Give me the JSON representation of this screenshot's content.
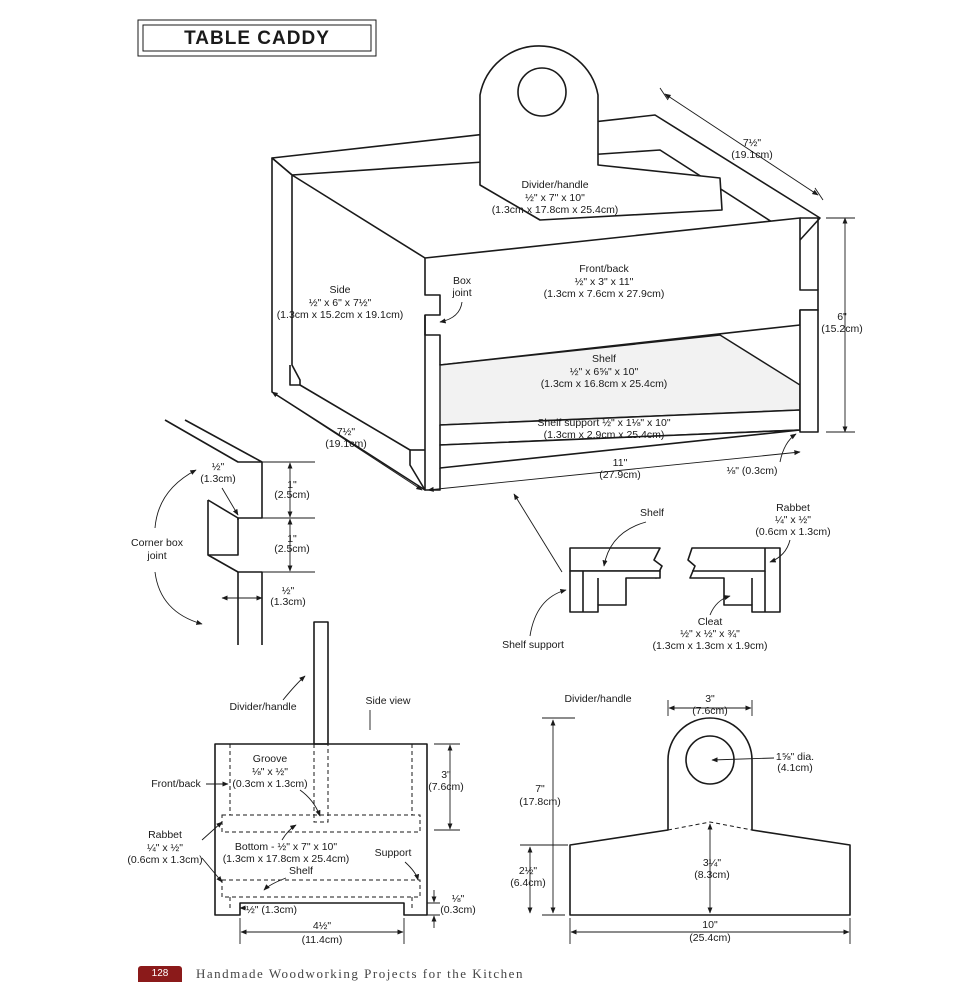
{
  "title": "TABLE CADDY",
  "footer": {
    "page_number": "128",
    "running_title": "Handmade Woodworking Projects for the Kitchen"
  },
  "labels": {
    "divider_handle": {
      "name": "Divider/handle",
      "size_in": "½\" x 7\" x 10\"",
      "size_cm": "(1.3cm x 17.8cm x 25.4cm)"
    },
    "side": {
      "name": "Side",
      "size_in": "½\" x 6\" x 7½\"",
      "size_cm": "(1.3cm x 15.2cm x 19.1cm)"
    },
    "box_joint": {
      "line1": "Box",
      "line2": "joint"
    },
    "front_back": {
      "name": "Front/back",
      "size_in": "½\" x 3\" x 11\"",
      "size_cm": "(1.3cm x 7.6cm x 27.9cm)"
    },
    "shelf": {
      "name": "Shelf",
      "size_in": "½\" x 6⅝\" x 10\"",
      "size_cm": "(1.3cm x 16.8cm x 25.4cm)"
    },
    "shelf_support": {
      "line1": "Shelf support ½\" x 1⅛\" x 10\"",
      "line2": "(1.3cm x 2.9cm x 25.4cm)"
    },
    "dim_depth_top": {
      "in": "7½\"",
      "cm": "(19.1cm)"
    },
    "dim_height": {
      "in": "6\"",
      "cm": "(15.2cm)"
    },
    "dim_depth_left": {
      "in": "7½\"",
      "cm": "(19.1cm)"
    },
    "dim_width": {
      "in": "11\"",
      "cm": "(27.9cm)"
    },
    "dim_gap": {
      "text": "⅛\" (0.3cm)"
    }
  },
  "corner_detail": {
    "label": {
      "line1": "Corner box",
      "line2": "joint"
    },
    "dim_top": {
      "in": "½\"",
      "cm": "(1.3cm)"
    },
    "dim_1a": {
      "in": "1\"",
      "cm": "(2.5cm)"
    },
    "dim_1b": {
      "in": "1\"",
      "cm": "(2.5cm)"
    },
    "dim_bottom": {
      "in": "½\"",
      "cm": "(1.3cm)"
    }
  },
  "shelf_detail": {
    "shelf": "Shelf",
    "rabbet": {
      "name": "Rabbet",
      "size_in": "¼\" x ½\"",
      "size_cm": "(0.6cm x 1.3cm)"
    },
    "shelf_support": "Shelf support",
    "cleat": {
      "name": "Cleat",
      "size_in": "½\" x ½\" x ¾\"",
      "size_cm": "(1.3cm x 1.3cm x 1.9cm)"
    }
  },
  "side_view": {
    "title": "Side view",
    "divider_handle": "Divider/handle",
    "front_back": "Front/back",
    "groove": {
      "name": "Groove",
      "size_in": "⅛\" x ½\"",
      "size_cm": "(0.3cm x 1.3cm)"
    },
    "rabbet": {
      "name": "Rabbet",
      "size_in": "¼\" x ½\"",
      "size_cm": "(0.6cm x 1.3cm)"
    },
    "bottom": {
      "line1": "Bottom - ½\" x 7\" x 10\"",
      "line2": "(1.3cm x 17.8cm x 25.4cm)"
    },
    "support": "Support",
    "shelf": "Shelf",
    "dim_half": "½\" (1.3cm)",
    "dim_3": {
      "in": "3\"",
      "cm": "(7.6cm)"
    },
    "dim_eighth": {
      "in": "⅛\"",
      "cm": "(0.3cm)"
    },
    "dim_width": {
      "in": "4½\"",
      "cm": "(11.4cm)"
    }
  },
  "handle_detail": {
    "title": "Divider/handle",
    "dim_top": {
      "in": "3\"",
      "cm": "(7.6cm)"
    },
    "hole": {
      "in": "1⅝\" dia.",
      "cm": "(4.1cm)"
    },
    "dim_height": {
      "in": "7\"",
      "cm": "(17.8cm)"
    },
    "dim_lower": {
      "in": "2½\"",
      "cm": "(6.4cm)"
    },
    "dim_center": {
      "in": "3¼\"",
      "cm": "(8.3cm)"
    },
    "dim_width": {
      "in": "10\"",
      "cm": "(25.4cm)"
    }
  }
}
